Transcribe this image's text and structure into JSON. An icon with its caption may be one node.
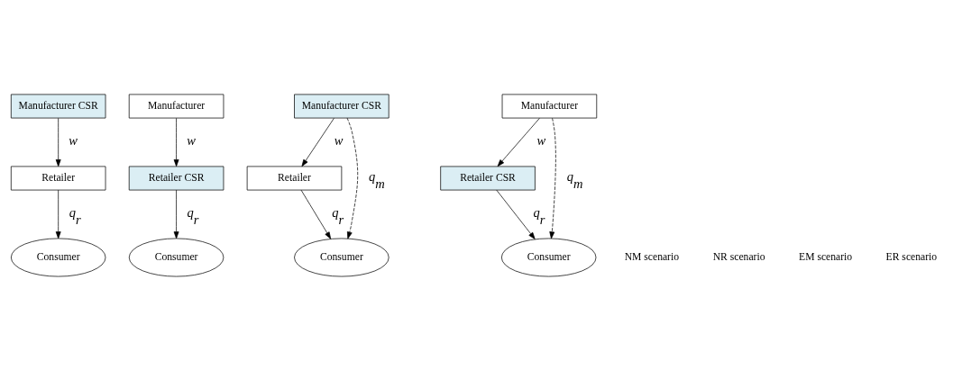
{
  "diagram": {
    "nodes": [
      {
        "text": [
          "Manufacturer CSR"
        ]
      },
      {
        "text": [
          "Retailer"
        ]
      },
      {
        "text": [
          "Consumer"
        ]
      },
      {
        "text": [
          "Manufacturer"
        ]
      },
      {
        "text": [
          "Retailer CSR"
        ]
      },
      {
        "text": [
          "Consumer"
        ]
      },
      {
        "text": [
          "Manufacturer CSR"
        ]
      },
      {
        "text": [
          "Retailer"
        ]
      },
      {
        "text": [
          "Consumer"
        ]
      },
      {
        "text": [
          "Manufacturer"
        ]
      },
      {
        "text": [
          "Retailer CSR"
        ]
      },
      {
        "text": [
          "Consumer"
        ]
      }
    ],
    "edges": [
      {
        "from": 0,
        "to": 1,
        "arrow": "to",
        "label": "w"
      },
      {
        "from": 1,
        "to": 2,
        "arrow": "to",
        "label": "q$_{r}$"
      },
      {
        "from": 3,
        "to": 4,
        "arrow": "to",
        "label": "w"
      },
      {
        "from": 4,
        "to": 5,
        "arrow": "to",
        "label": "q$_{r}$"
      },
      {
        "from": 6,
        "to": 7,
        "arrow": "to",
        "label": "w"
      },
      {
        "from": 7,
        "to": 8,
        "arrow": "to",
        "label": "q$_{r}$"
      },
      {
        "from": 6,
        "to": 8,
        "arrow": "to",
        "label": "q$_{m}$",
        "style": "dashed"
      },
      {
        "from": 9,
        "to": 10,
        "arrow": "to",
        "label": "w"
      },
      {
        "from": 10,
        "to": 11,
        "arrow": "to",
        "label": "q$_{r}$"
      },
      {
        "from": 9,
        "to": 11,
        "arrow": "to",
        "label": "q$_{m}$",
        "style": "dashed"
      }
    ],
    "labels": [
      "NM scenario",
      "NR scenario",
      "EM scenario",
      "ER scenario"
    ]
  }
}
